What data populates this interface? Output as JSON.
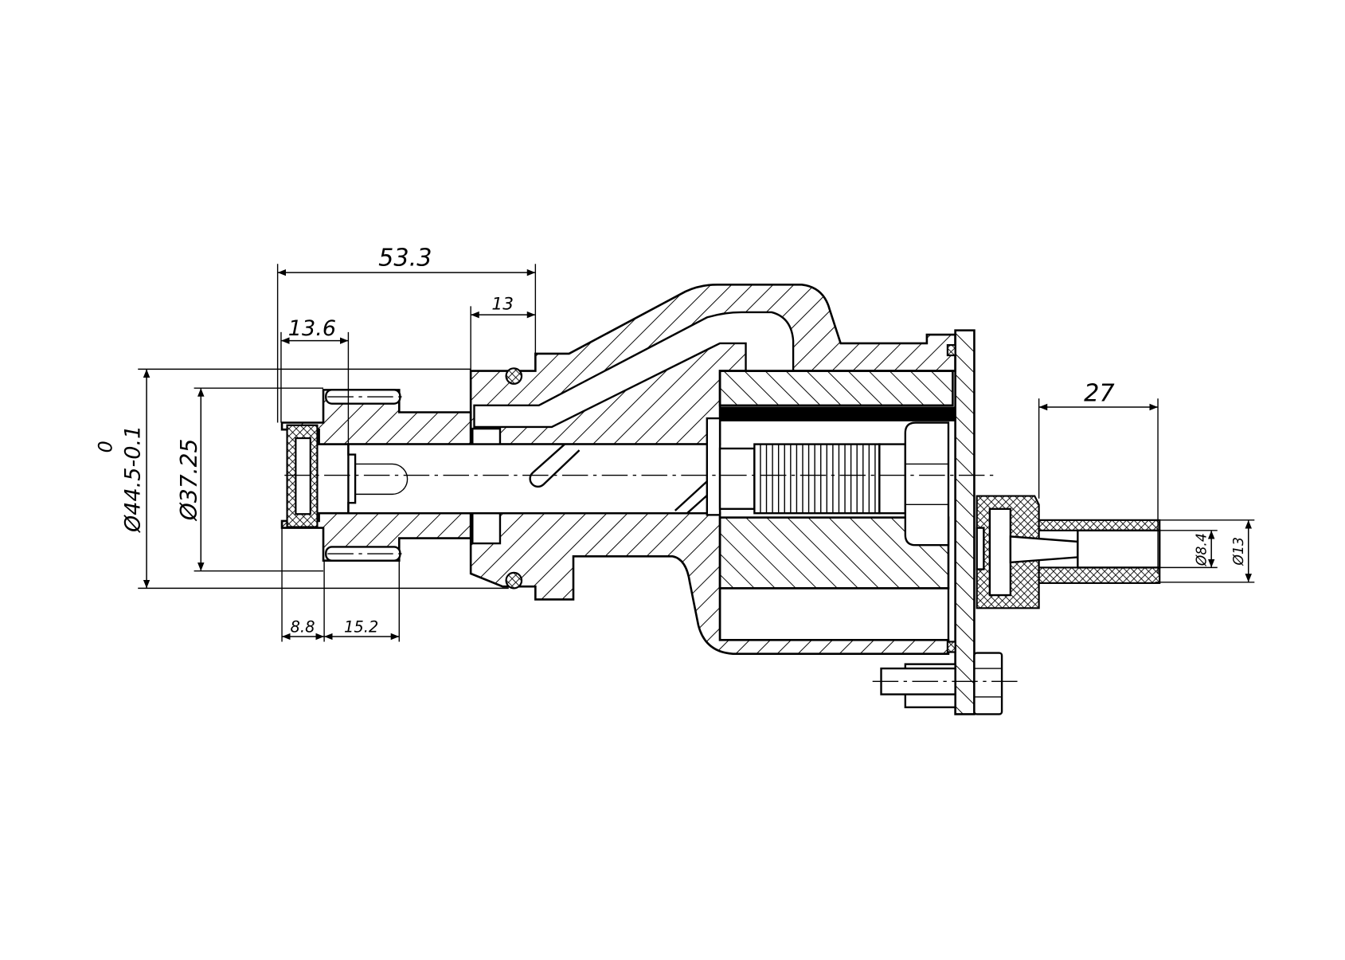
{
  "drawing": {
    "dimensions": {
      "dim_top_length": "53.3",
      "dim_flange_width": "13",
      "dim_seal_offset": "13.6",
      "dim_outer_tolerance_upper": "0",
      "dim_outer_diameter": "Ø44.5-0.1",
      "dim_inner_diameter": "Ø37.25",
      "dim_seal_width": "8.8",
      "dim_thread_length": "15.2",
      "dim_connector_length": "27",
      "dim_tube_inner_diameter": "Ø8.4",
      "dim_tube_outer_diameter": "Ø13"
    },
    "colors": {
      "line": "#000000",
      "background": "#ffffff"
    }
  }
}
